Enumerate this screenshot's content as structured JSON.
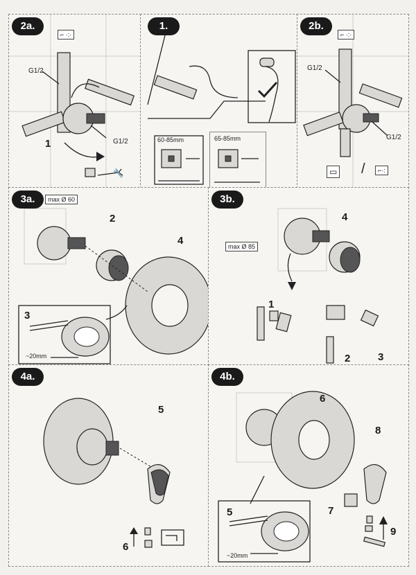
{
  "steps": {
    "s2a": "2a.",
    "s1": "1.",
    "s2b": "2b.",
    "s3a": "3a.",
    "s3b": "3b.",
    "s4a": "4a.",
    "s4b": "4b."
  },
  "panel_2a": {
    "thread_top": "G1/2",
    "thread_right": "G1/2",
    "num1": "1"
  },
  "panel_1": {
    "depth": "60-85mm"
  },
  "panel_1b": {
    "depth": "65-85mm"
  },
  "panel_2b": {
    "thread_top": "G1/2",
    "thread_right": "G1/2"
  },
  "panel_3a": {
    "max": "max Ø 60",
    "num2": "2",
    "num4": "4",
    "num3": "3",
    "dim": "~20mm"
  },
  "panel_3b": {
    "max": "max Ø 85",
    "num4": "4",
    "num1": "1",
    "num2": "2",
    "num3": "3"
  },
  "panel_4a": {
    "num5": "5",
    "num6": "6"
  },
  "panel_4b": {
    "num6": "6",
    "num8": "8",
    "num5": "5",
    "num7": "7",
    "num9": "9",
    "dim": "~20mm"
  },
  "icons": [
    "shower-head-icon",
    "bathtub-icon",
    "wrench-icon",
    "checkmark-icon",
    "hex-key-icon"
  ]
}
